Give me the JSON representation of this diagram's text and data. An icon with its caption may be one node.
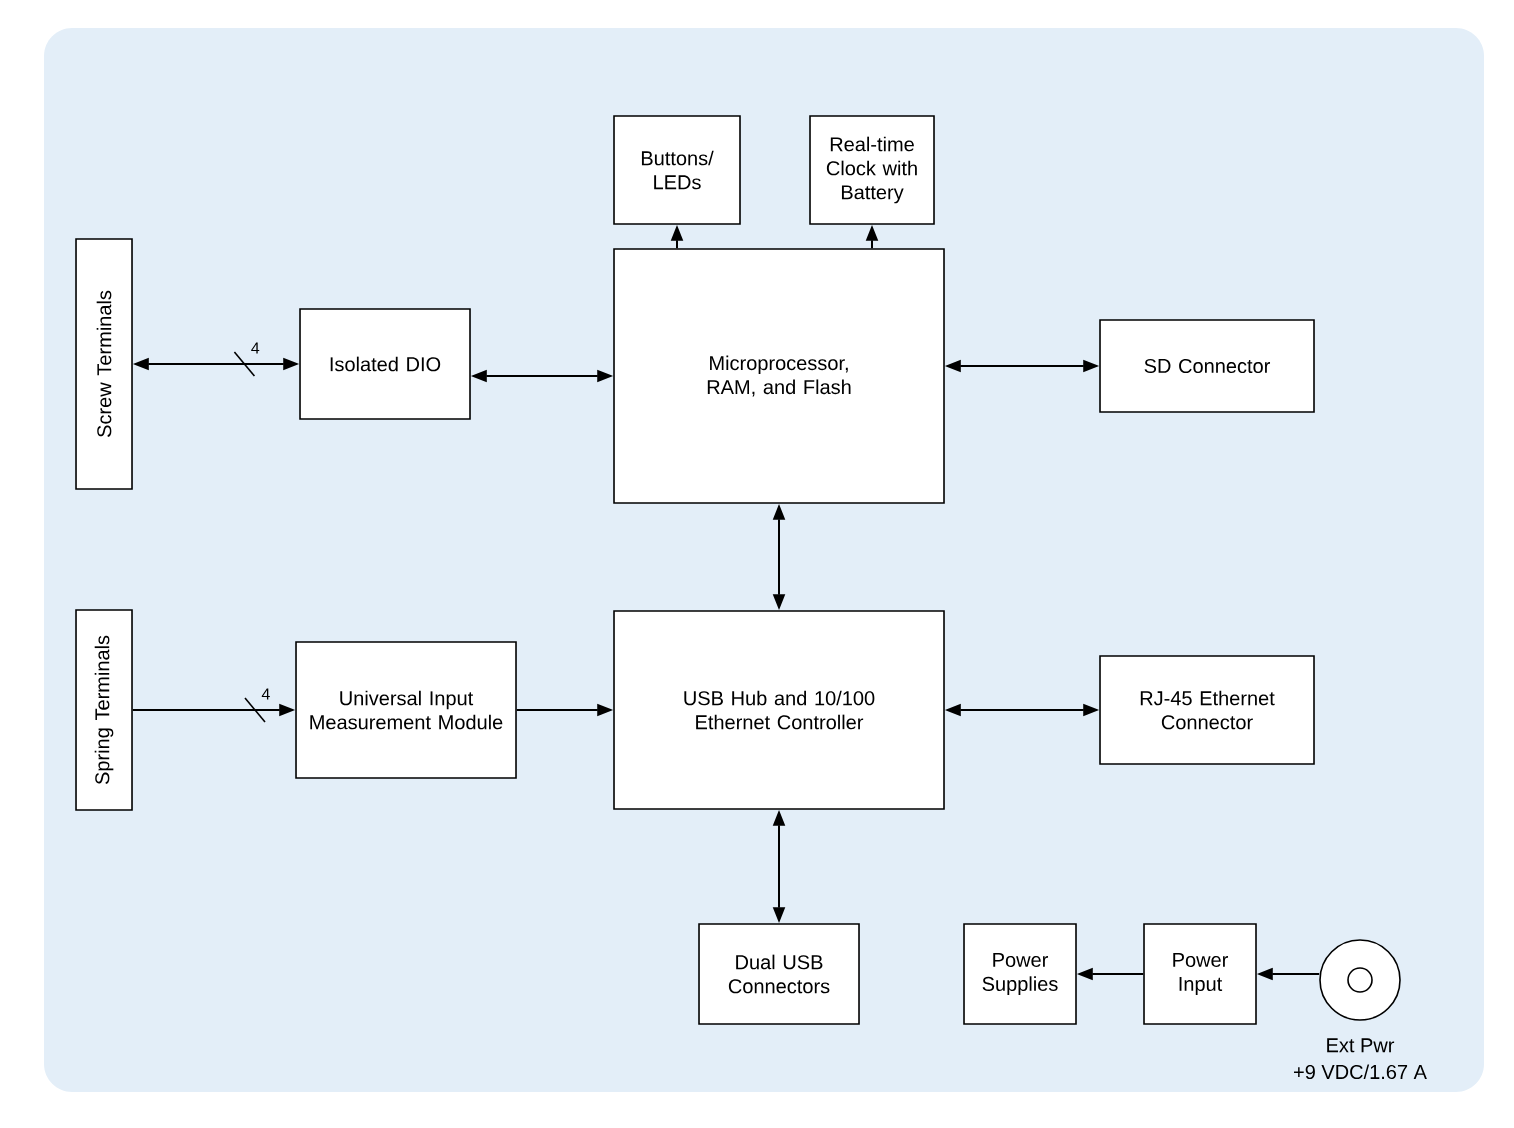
{
  "diagram": {
    "nodes": [
      {
        "text": [
          "Screw Terminals"
        ]
      },
      {
        "text": [
          "Isolated DIO"
        ]
      },
      {
        "text": [
          "Buttons/ LEDs"
        ]
      },
      {
        "text": [
          "Real-time Clock with Battery"
        ]
      },
      {
        "text": [
          "Microprocessor, RAM, and Flash"
        ]
      },
      {
        "text": [
          "SD Connector"
        ]
      },
      {
        "text": [
          "Spring Terminals"
        ]
      },
      {
        "text": [
          "Universal Input Measurement Module"
        ]
      },
      {
        "text": [
          "USB Hub and 10/100 Ethernet Controller"
        ]
      },
      {
        "text": [
          "RJ-45 Ethernet Connector"
        ]
      },
      {
        "text": [
          "Dual USB Connectors"
        ]
      },
      {
        "text": [
          "Power Supplies"
        ]
      },
      {
        "text": [
          "Power Input"
        ]
      },
      {
        "text": [],
        "shape": "circle",
        "beside": [
          "Ext Pwr",
          "+9 VDC/1.67 A"
        ]
      }
    ],
    "edges": [
      {
        "from": 0,
        "to": 1,
        "arrow": "both",
        "label": "4"
      },
      {
        "from": 1,
        "to": 4,
        "arrow": "both"
      },
      {
        "from": 4,
        "to": 2,
        "arrow": "to"
      },
      {
        "from": 4,
        "to": 3,
        "arrow": "to"
      },
      {
        "from": 4,
        "to": 5,
        "arrow": "both"
      },
      {
        "from": 4,
        "to": 8,
        "arrow": "both"
      },
      {
        "from": 6,
        "to": 7,
        "arrow": "to",
        "label": "4"
      },
      {
        "from": 7,
        "to": 8,
        "arrow": "to"
      },
      {
        "from": 8,
        "to": 9,
        "arrow": "both"
      },
      {
        "from": 8,
        "to": 10,
        "arrow": "both"
      },
      {
        "from": 12,
        "to": 11,
        "arrow": "to"
      },
      {
        "from": 13,
        "to": 12,
        "arrow": "to"
      }
    ]
  }
}
